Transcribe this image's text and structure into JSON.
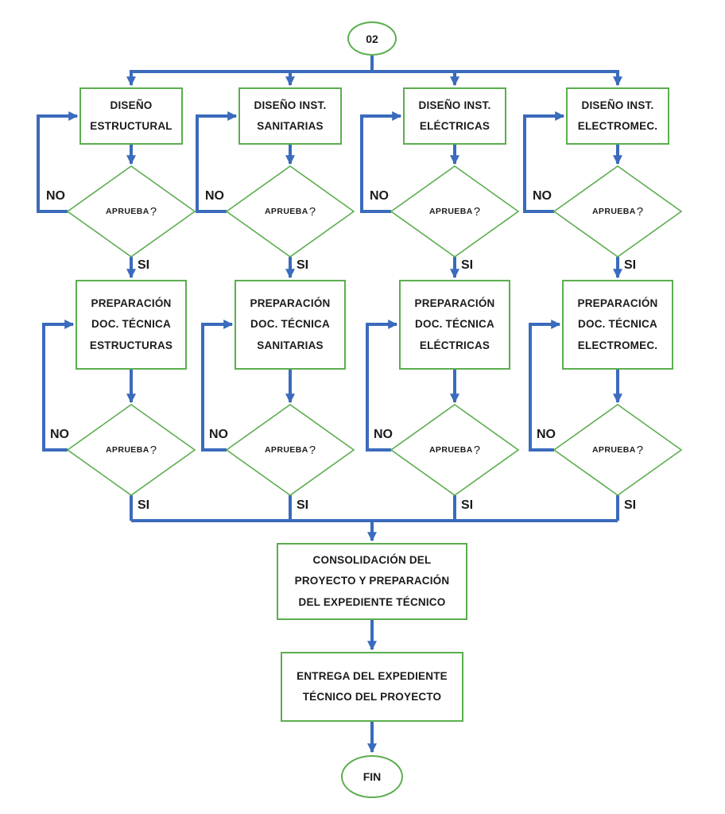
{
  "diagram": {
    "start_label": "02",
    "end_label": "FIN",
    "decision_word": "APRUEBA",
    "decision_mark": "?",
    "no_label": "NO",
    "si_label": "SI",
    "columns": [
      {
        "design": "DISEÑO ESTRUCTURAL",
        "prep": "PREPARACIÓN DOC. TÉCNICA ESTRUCTURAS"
      },
      {
        "design": "DISEÑO INST. SANITARIAS",
        "prep": "PREPARACIÓN DOC. TÉCNICA SANITARIAS"
      },
      {
        "design": "DISEÑO INST. ELÉCTRICAS",
        "prep": "PREPARACIÓN DOC. TÉCNICA ELÉCTRICAS"
      },
      {
        "design": "DISEÑO INST. ELECTROMEC.",
        "prep": "PREPARACIÓN DOC. TÉCNICA ELECTROMEC."
      }
    ],
    "consolidation": "CONSOLIDACIÓN DEL PROYECTO Y PREPARACIÓN DEL EXPEDIENTE TÉCNICO",
    "delivery": "ENTREGA DEL EXPEDIENTE TÉCNICO DEL PROYECTO",
    "colors": {
      "shape_border": "#5BAE4E",
      "connector": "#3A6BBC",
      "text": "#1b1b1b"
    }
  }
}
